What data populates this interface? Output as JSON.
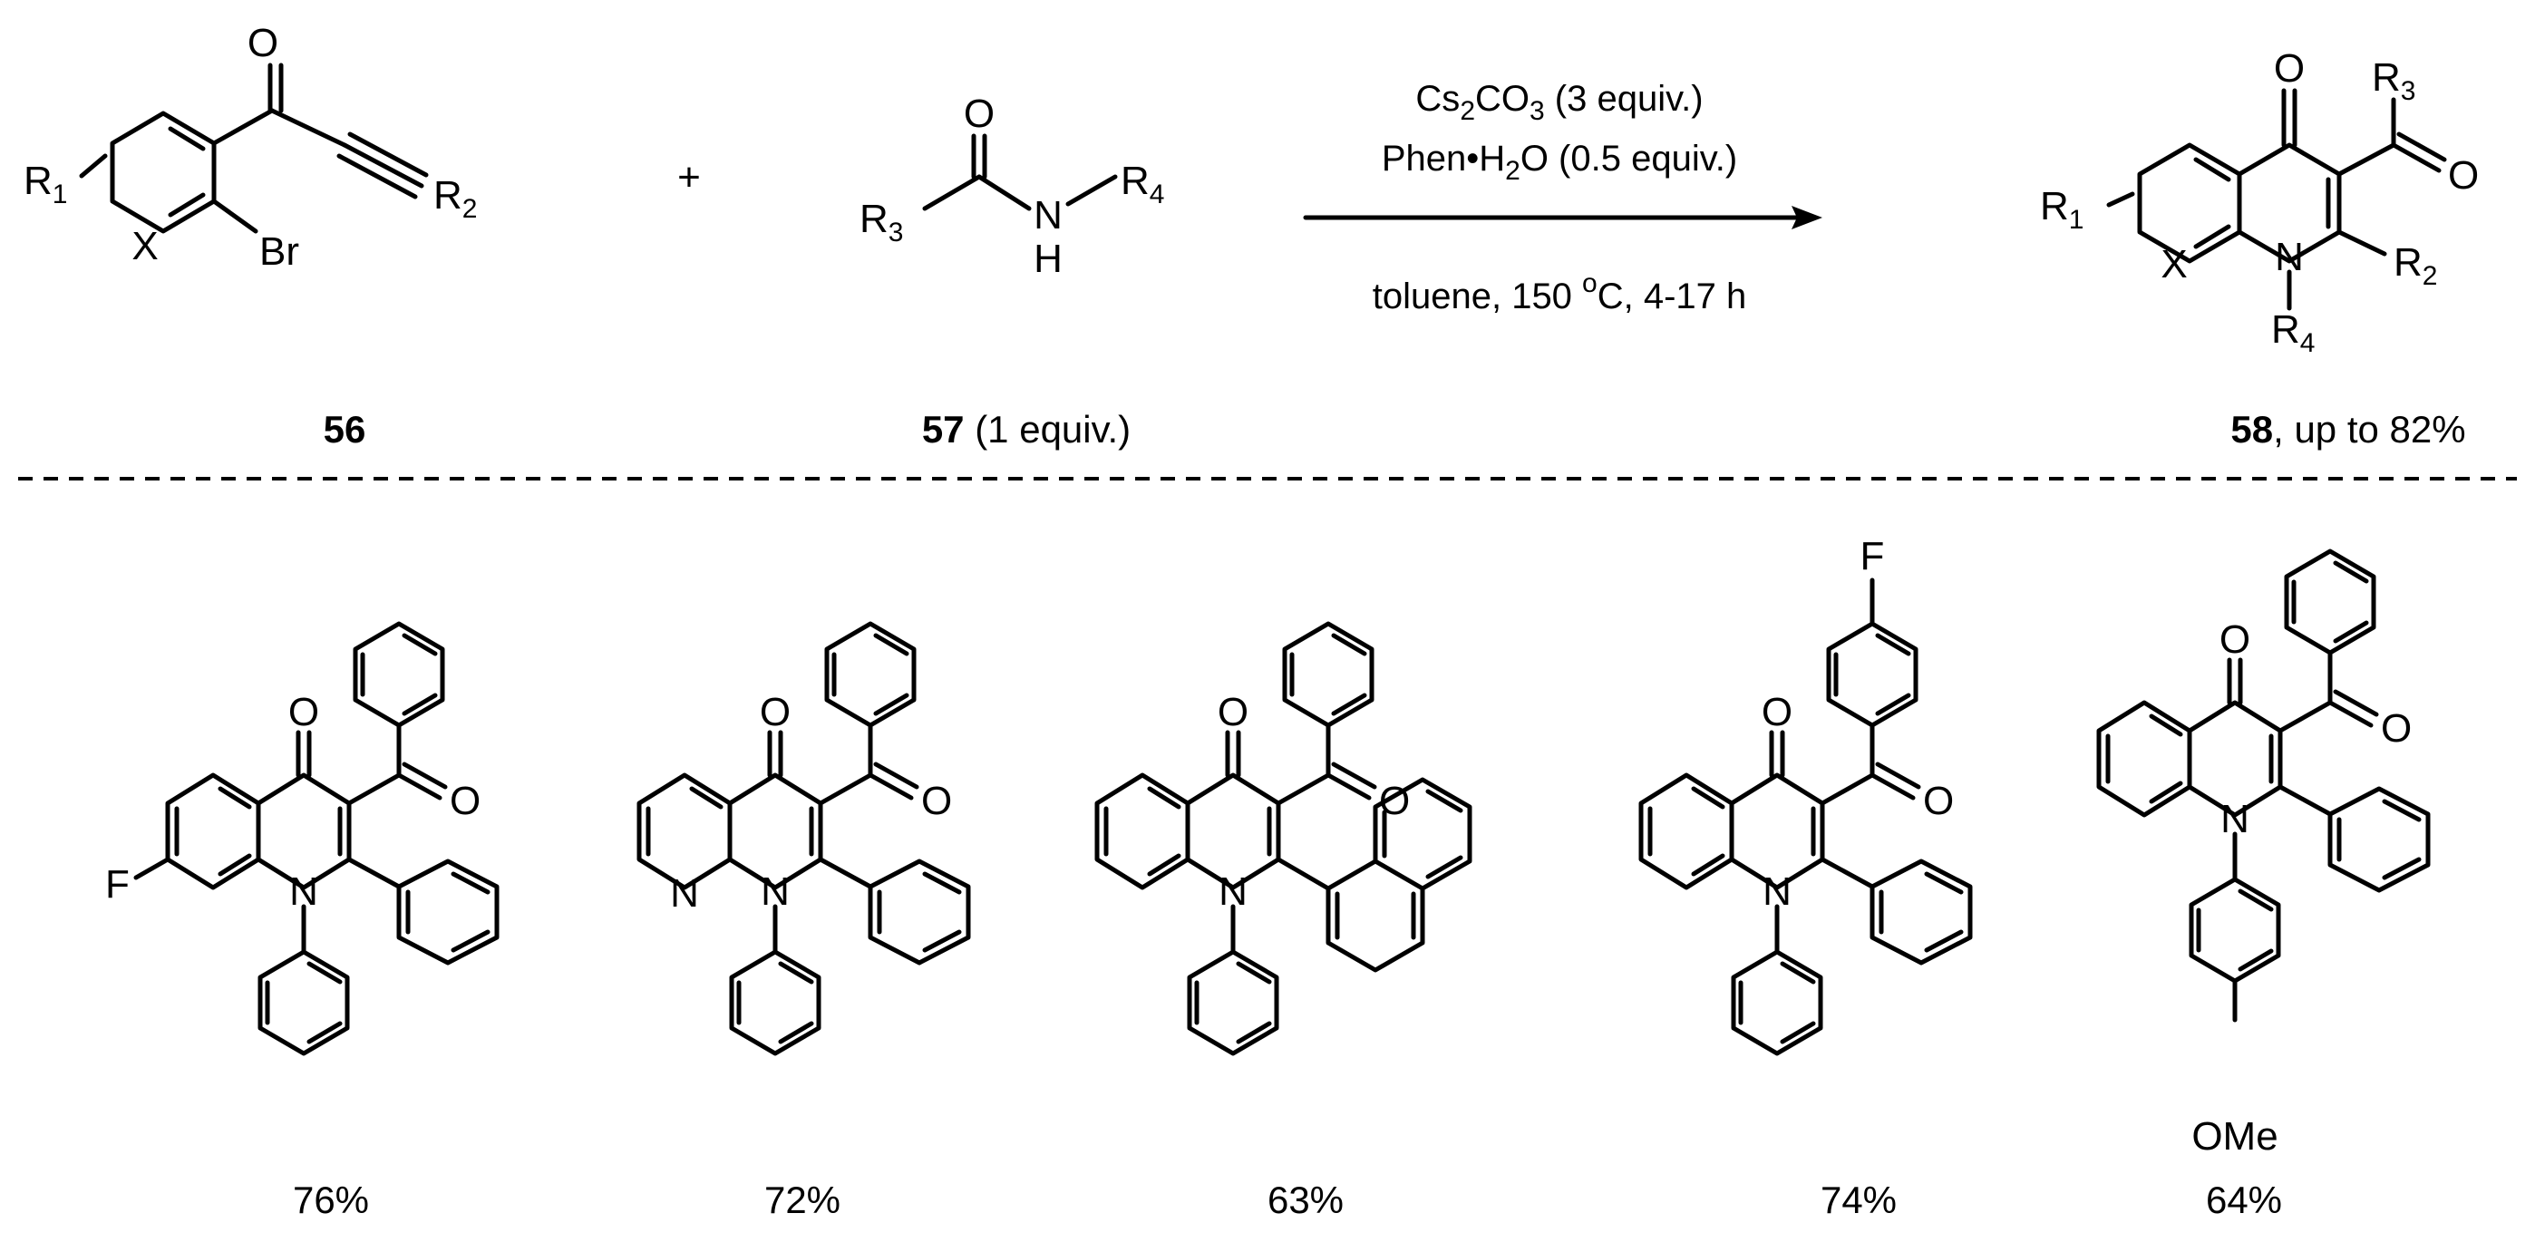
{
  "reaction": {
    "sm1": {
      "label": "56",
      "atoms": {
        "o": "O",
        "r1": "R",
        "r1_sub": "1",
        "x": "X",
        "br": "Br",
        "r2": "R",
        "r2_sub": "2"
      }
    },
    "plus": "+",
    "sm2": {
      "label": "57",
      "label_suffix": " (1 equiv.)",
      "atoms": {
        "o": "O",
        "r3": "R",
        "r3_sub": "3",
        "n": "N",
        "h": "H",
        "r4": "R",
        "r4_sub": "4"
      }
    },
    "conditions": {
      "reagent1": {
        "a": "Cs",
        "a_sub": "2",
        "b": "CO",
        "b_sub": "3",
        "c": " (3 equiv.)"
      },
      "reagent2": {
        "a": "Phen",
        "dot": "•",
        "b": "H",
        "b_sub": "2",
        "c": "O (0.5 equiv.)"
      },
      "below": {
        "a": "toluene, 150 ",
        "deg": "o",
        "b": "C,  4-17 h"
      }
    },
    "product": {
      "label": "58",
      "label_suffix": ", up to 82%",
      "atoms": {
        "o1": "O",
        "r3": "R",
        "r3_sub": "3",
        "o2": "O",
        "r1": "R",
        "r1_sub": "1",
        "x": "X",
        "n": "N",
        "r2": "R",
        "r2_sub": "2",
        "r4": "R",
        "r4_sub": "4"
      }
    }
  },
  "examples": [
    {
      "yield": "76%",
      "atoms": {
        "o1": "O",
        "o2": "O",
        "n": "N",
        "f": "F"
      }
    },
    {
      "yield": "72%",
      "atoms": {
        "o1": "O",
        "o2": "O",
        "n": "N",
        "n2": "N"
      }
    },
    {
      "yield": "63%",
      "atoms": {
        "o1": "O",
        "o2": "O",
        "n": "N"
      }
    },
    {
      "yield": "74%",
      "atoms": {
        "o1": "O",
        "o2": "O",
        "n": "N",
        "f": "F"
      }
    },
    {
      "yield": "64%",
      "atoms": {
        "o1": "O",
        "o2": "O",
        "n": "N",
        "ome": "OMe"
      }
    }
  ]
}
